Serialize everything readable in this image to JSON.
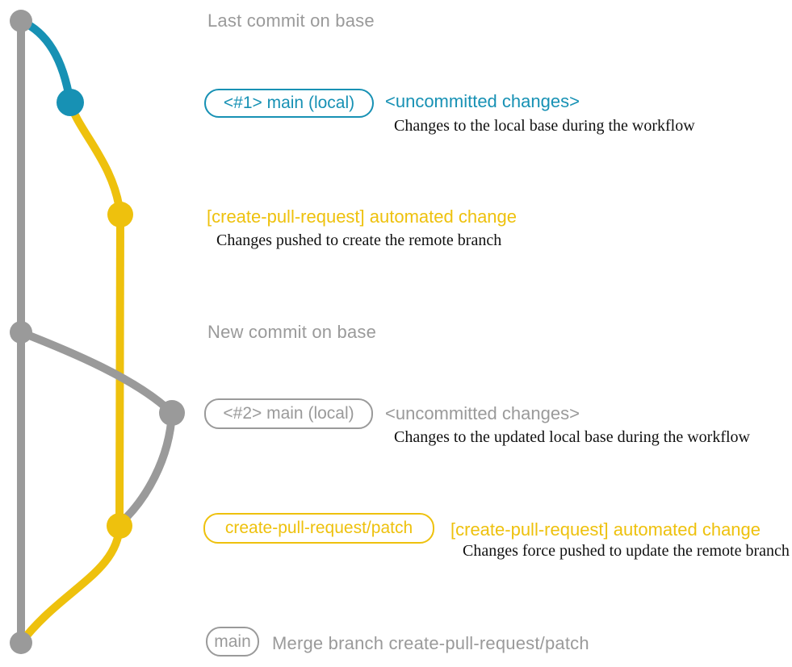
{
  "colors": {
    "gray": "#9a9a9a",
    "blue": "#1791b4",
    "yellow": "#eec10d",
    "caption": "#111111",
    "background": "#ffffff"
  },
  "labels": {
    "last_commit": "Last commit on base",
    "new_commit": "New commit on base",
    "merge_commit": "Merge branch create-pull-request/patch"
  },
  "branches": {
    "main_local_1": {
      "pill": "<#1> main (local)",
      "heading": "<uncommitted changes>",
      "caption": "Changes to the local base during the workflow"
    },
    "cpr_1": {
      "heading": "[create-pull-request] automated change",
      "caption": "Changes pushed to create the remote branch"
    },
    "main_local_2": {
      "pill": "<#2> main (local)",
      "heading": "<uncommitted changes>",
      "caption": "Changes to the updated local base during the workflow"
    },
    "cpr_2": {
      "pill": "create-pull-request/patch",
      "heading": "[create-pull-request] automated change",
      "caption": "Changes force pushed to update the remote branch"
    },
    "main_final": {
      "pill": "main"
    }
  },
  "graph": {
    "nodes": [
      {
        "id": "last-commit-on-base",
        "color": "gray"
      },
      {
        "id": "main-local-1",
        "color": "blue"
      },
      {
        "id": "cpr-automated-change-1",
        "color": "yellow"
      },
      {
        "id": "new-commit-on-base",
        "color": "gray"
      },
      {
        "id": "main-local-2",
        "color": "gray"
      },
      {
        "id": "cpr-automated-change-2",
        "color": "yellow"
      },
      {
        "id": "merge-commit",
        "color": "gray"
      }
    ],
    "edges": [
      {
        "from": "last-commit-on-base",
        "to": "merge-commit",
        "color": "gray",
        "branch": "base"
      },
      {
        "from": "last-commit-on-base",
        "to": "main-local-1",
        "color": "blue",
        "branch": "main-local"
      },
      {
        "from": "main-local-1",
        "to": "cpr-automated-change-1",
        "color": "yellow",
        "branch": "create-pull-request/patch"
      },
      {
        "from": "cpr-automated-change-1",
        "to": "cpr-automated-change-2",
        "color": "yellow",
        "branch": "create-pull-request/patch"
      },
      {
        "from": "new-commit-on-base",
        "to": "main-local-2",
        "color": "gray",
        "branch": "main-local"
      },
      {
        "from": "main-local-2",
        "to": "cpr-automated-change-2",
        "color": "gray",
        "branch": "main-local"
      },
      {
        "from": "cpr-automated-change-2",
        "to": "merge-commit",
        "color": "yellow",
        "branch": "create-pull-request/patch"
      }
    ]
  }
}
